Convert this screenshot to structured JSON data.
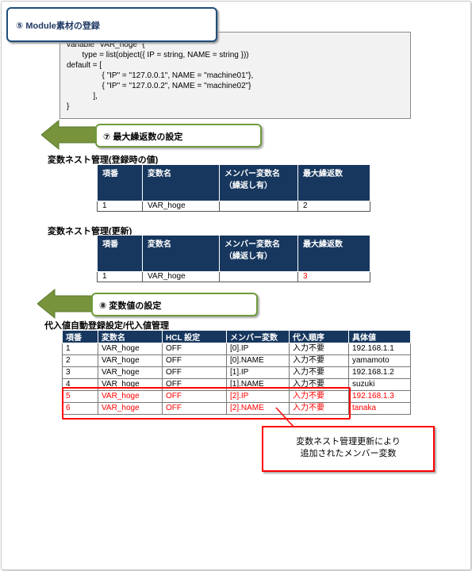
{
  "title": "⑤ Module素材の登録",
  "code_lines": [
    "variable \"VAR_hoge\" {",
    "       type = list(object({ IP = string, NAME = string }))",
    "default = [",
    "                { \"IP\" = \"127.0.0.1\", NAME = \"machine01\"},",
    "                { \"IP\" = \"127.0.0.2\", NAME = \"machine02\"}",
    "            ],",
    "}"
  ],
  "step7_label": "⑦ 最大繰返数の設定",
  "step8_label": "⑧ 変数値の設定",
  "nest_table_headers": [
    "項番",
    "変数名",
    "メンバー変数名\n（繰返し有）",
    "最大繰返数"
  ],
  "nest_before": {
    "title": "変数ネスト管理(登録時の値)",
    "row": [
      "1",
      "VAR_hoge",
      "",
      "2"
    ]
  },
  "nest_after": {
    "title": "変数ネスト管理(更新)",
    "row": [
      "1",
      "VAR_hoge",
      "",
      "3"
    ]
  },
  "member_table": {
    "title": "代入値自動登録設定/代入値管理",
    "headers": [
      "項番",
      "変数名",
      "HCL 設定",
      "メンバー変数",
      "代入順序",
      "具体値"
    ],
    "rows": [
      [
        "1",
        "VAR_hoge",
        "OFF",
        "[0].IP",
        "入力不要",
        "192.168.1.1"
      ],
      [
        "2",
        "VAR_hoge",
        "OFF",
        "[0].NAME",
        "入力不要",
        "yamamoto"
      ],
      [
        "3",
        "VAR_hoge",
        "OFF",
        "[1].IP",
        "入力不要",
        "192.168.1.2"
      ],
      [
        "4",
        "VAR_hoge",
        "OFF",
        "[1].NAME",
        "入力不要",
        "suzuki"
      ],
      [
        "5",
        "VAR_hoge",
        "OFF",
        "[2].IP",
        "入力不要",
        "192.168.1.3"
      ],
      [
        "6",
        "VAR_hoge",
        "OFF",
        "[2].NAME",
        "入力不要",
        "tanaka"
      ]
    ],
    "highlighted_rows": [
      4,
      5
    ]
  },
  "callout_lines": [
    "変数ネスト管理更新により",
    "追加されたメンバー変数"
  ],
  "colors": {
    "header_bg": "#17375e",
    "title_border": "#1f4e79",
    "label_border": "#6f9a3c",
    "arrow_fill": "#77933c",
    "highlight": "#ff0000"
  }
}
